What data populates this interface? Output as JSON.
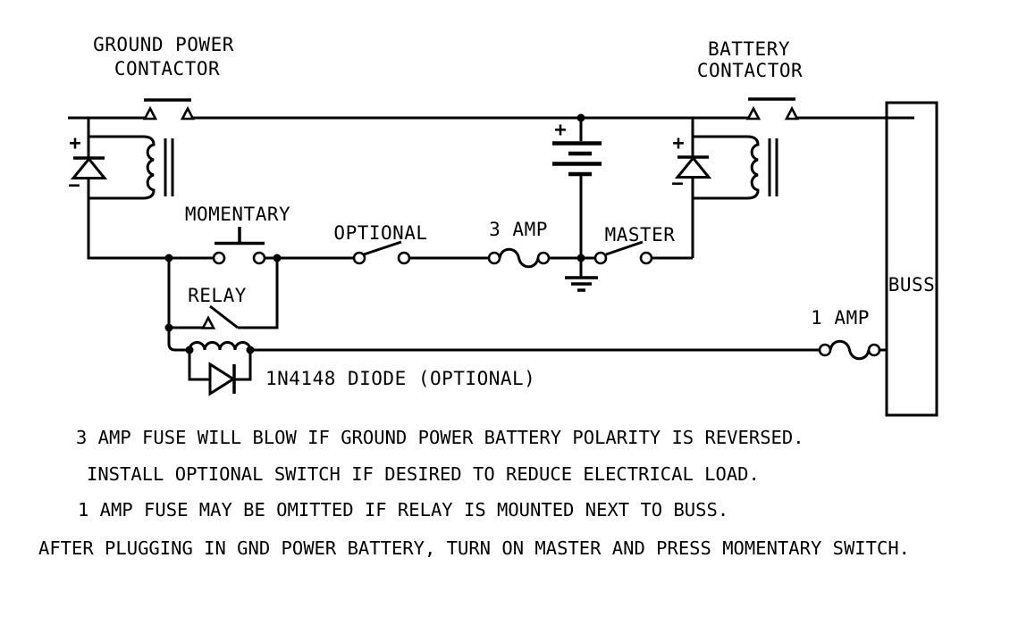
{
  "colors": {
    "line": "#000000",
    "background": "#ffffff"
  },
  "components": {
    "ground_power_contactor": {
      "label_line1": "GROUND POWER",
      "label_line2": "CONTACTOR",
      "coil_plus": "+",
      "coil_minus": "−"
    },
    "battery_contactor": {
      "label_line1": "BATTERY",
      "label_line2": "CONTACTOR",
      "coil_plus": "+",
      "coil_minus": "−"
    },
    "battery": {
      "plus": "+"
    },
    "momentary_switch": {
      "label": "MOMENTARY"
    },
    "relay": {
      "label": "RELAY"
    },
    "optional_switch": {
      "label": "OPTIONAL"
    },
    "fuse_3amp": {
      "label": "3 AMP"
    },
    "master_switch": {
      "label": "MASTER"
    },
    "fuse_1amp": {
      "label": "1 AMP"
    },
    "buss": {
      "label": "BUSS"
    },
    "snubber_diode": {
      "label": "1N4148 DIODE (OPTIONAL)"
    }
  },
  "notes": [
    "3 AMP FUSE WILL BLOW IF GROUND POWER BATTERY POLARITY IS REVERSED.",
    "INSTALL OPTIONAL SWITCH IF DESIRED TO REDUCE ELECTRICAL LOAD.",
    "1 AMP FUSE MAY BE OMITTED IF RELAY IS MOUNTED NEXT TO BUSS.",
    "AFTER PLUGGING IN GND POWER BATTERY, TURN ON MASTER AND PRESS MOMENTARY SWITCH."
  ]
}
